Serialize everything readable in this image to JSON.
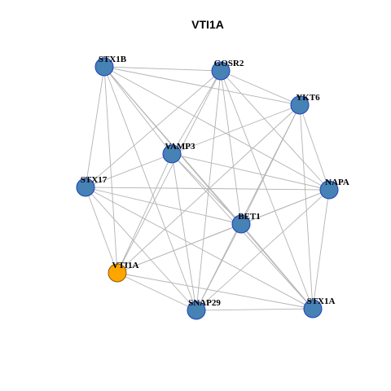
{
  "title": "VTI1A",
  "colors": {
    "node_fill": "#4682B4",
    "node_stroke": "#1f3fbf",
    "focus_fill": "#FFA500",
    "focus_stroke": "#8a5a00",
    "edge": "#b3b3b3"
  },
  "nodes": [
    {
      "id": "STX1B",
      "label": "STX1B",
      "focus": false
    },
    {
      "id": "GOSR2",
      "label": "GOSR2",
      "focus": false
    },
    {
      "id": "YKT6",
      "label": "YKT6",
      "focus": false
    },
    {
      "id": "VAMP3",
      "label": "VAMP3",
      "focus": false
    },
    {
      "id": "STX17",
      "label": "STX17",
      "focus": false
    },
    {
      "id": "NAPA",
      "label": "NAPA",
      "focus": false
    },
    {
      "id": "BET1",
      "label": "BET1",
      "focus": false
    },
    {
      "id": "VTI1A",
      "label": "VTI1A",
      "focus": true
    },
    {
      "id": "SNAP29",
      "label": "SNAP29",
      "focus": false
    },
    {
      "id": "STX1A",
      "label": "STX1A",
      "focus": false
    }
  ],
  "edges": [
    [
      "STX1B",
      "GOSR2"
    ],
    [
      "STX1B",
      "YKT6"
    ],
    [
      "STX1B",
      "VAMP3"
    ],
    [
      "STX1B",
      "NAPA"
    ],
    [
      "STX1B",
      "BET1"
    ],
    [
      "STX1B",
      "VTI1A"
    ],
    [
      "STX1B",
      "SNAP29"
    ],
    [
      "STX1B",
      "STX1A"
    ],
    [
      "STX1B",
      "STX17"
    ],
    [
      "GOSR2",
      "YKT6"
    ],
    [
      "GOSR2",
      "VAMP3"
    ],
    [
      "GOSR2",
      "STX17"
    ],
    [
      "GOSR2",
      "NAPA"
    ],
    [
      "GOSR2",
      "BET1"
    ],
    [
      "GOSR2",
      "VTI1A"
    ],
    [
      "GOSR2",
      "SNAP29"
    ],
    [
      "GOSR2",
      "STX1A"
    ],
    [
      "YKT6",
      "VAMP3"
    ],
    [
      "YKT6",
      "NAPA"
    ],
    [
      "YKT6",
      "BET1"
    ],
    [
      "YKT6",
      "VTI1A"
    ],
    [
      "YKT6",
      "SNAP29"
    ],
    [
      "YKT6",
      "STX1A"
    ],
    [
      "VAMP3",
      "STX17"
    ],
    [
      "VAMP3",
      "NAPA"
    ],
    [
      "VAMP3",
      "BET1"
    ],
    [
      "VAMP3",
      "VTI1A"
    ],
    [
      "VAMP3",
      "SNAP29"
    ],
    [
      "VAMP3",
      "STX1A"
    ],
    [
      "STX17",
      "NAPA"
    ],
    [
      "STX17",
      "BET1"
    ],
    [
      "STX17",
      "VTI1A"
    ],
    [
      "STX17",
      "SNAP29"
    ],
    [
      "STX17",
      "STX1A"
    ],
    [
      "NAPA",
      "BET1"
    ],
    [
      "NAPA",
      "SNAP29"
    ],
    [
      "NAPA",
      "STX1A"
    ],
    [
      "NAPA",
      "VTI1A"
    ],
    [
      "BET1",
      "VTI1A"
    ],
    [
      "BET1",
      "SNAP29"
    ],
    [
      "BET1",
      "STX1A"
    ],
    [
      "VTI1A",
      "SNAP29"
    ],
    [
      "VTI1A",
      "STX1A"
    ],
    [
      "SNAP29",
      "STX1A"
    ]
  ]
}
